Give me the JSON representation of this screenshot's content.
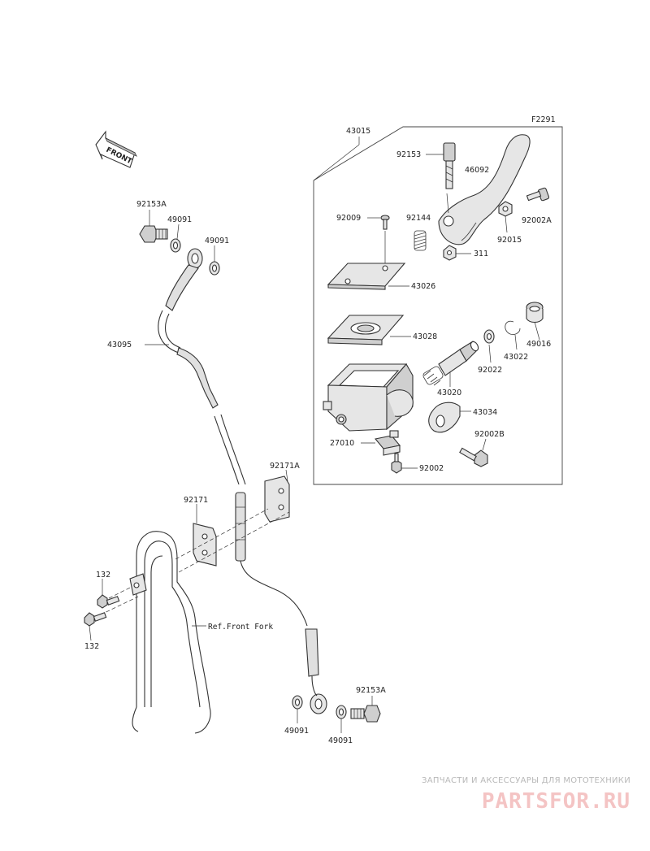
{
  "diagram_code": "F2291",
  "direction_label": "FRONT",
  "reference_label": "Ref.Front Fork",
  "watermark": {
    "tagline": "ЗАПЧАСТИ И АКСЕССУАРЫ ДЛЯ МОТОТЕХНИКИ",
    "brand": "PARTSFOR.RU"
  },
  "parts": {
    "p43015": "43015",
    "p92153": "92153",
    "p46092": "46092",
    "p92002A": "92002A",
    "p92009": "92009",
    "p92144": "92144",
    "p92015": "92015",
    "p311": "311",
    "p43026": "43026",
    "p43028": "43028",
    "p49016": "49016",
    "p43022": "43022",
    "p92022": "92022",
    "p43020": "43020",
    "p43034": "43034",
    "p27010": "27010",
    "p92002B": "92002B",
    "p92002": "92002",
    "p92153A_top": "92153A",
    "p49091_a": "49091",
    "p49091_b": "49091",
    "p43095": "43095",
    "p92171A": "92171A",
    "p92171": "92171",
    "p132_a": "132",
    "p132_b": "132",
    "p49091_c": "49091",
    "p49091_d": "49091",
    "p92153A_bot": "92153A"
  }
}
